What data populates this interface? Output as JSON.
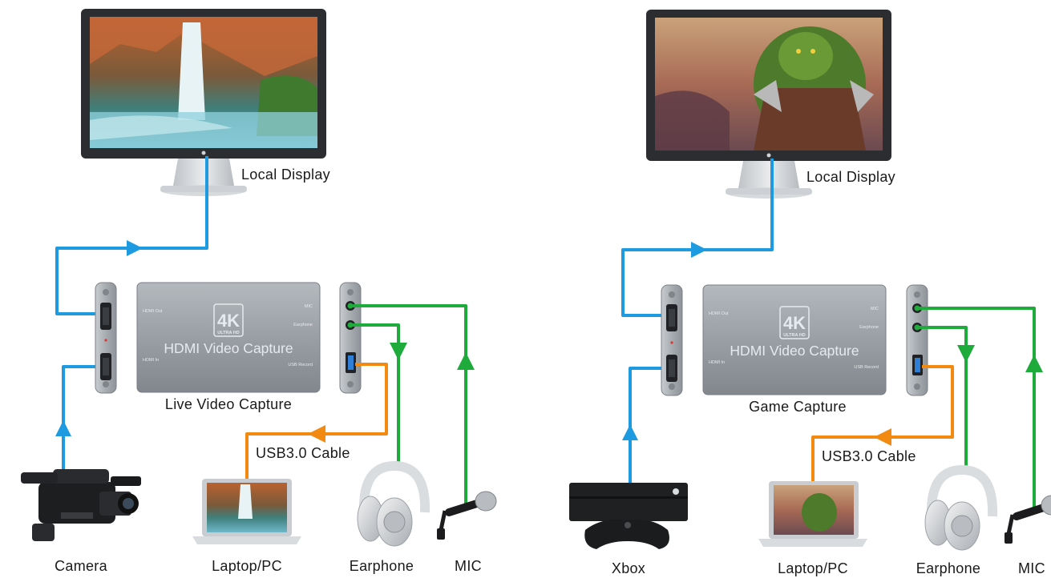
{
  "colors": {
    "hdmi_cable": "#1e9be0",
    "usb_cable": "#f28a12",
    "audio_cable": "#1faa3c",
    "device_body": "#9aa0a6"
  },
  "left_setup": {
    "display_label": "Local Display",
    "capture_label": "Live Video Capture",
    "usb_label": "USB3.0 Cable",
    "source_label": "Camera",
    "computer_label": "Laptop/PC",
    "earphone_label": "Earphone",
    "mic_label": "MIC",
    "device": {
      "badge_main": "4K",
      "badge_sub": "ULTRA HD",
      "title": "HDMI Video Capture",
      "port_hdmi_out": "HDMI Out",
      "port_hdmi_in": "HDMI In",
      "port_mic": "MIC",
      "port_earphone": "Earphone",
      "port_usb": "USB Record"
    }
  },
  "right_setup": {
    "display_label": "Local Display",
    "capture_label": "Game Capture",
    "usb_label": "USB3.0 Cable",
    "source_label": "Xbox",
    "computer_label": "Laptop/PC",
    "earphone_label": "Earphone",
    "mic_label": "MIC",
    "device": {
      "badge_main": "4K",
      "badge_sub": "ULTRA HD",
      "title": "HDMI Video Capture",
      "port_hdmi_out": "HDMI Out",
      "port_hdmi_in": "HDMI In",
      "port_mic": "MIC",
      "port_earphone": "Earphone",
      "port_usb": "USB Record"
    }
  }
}
